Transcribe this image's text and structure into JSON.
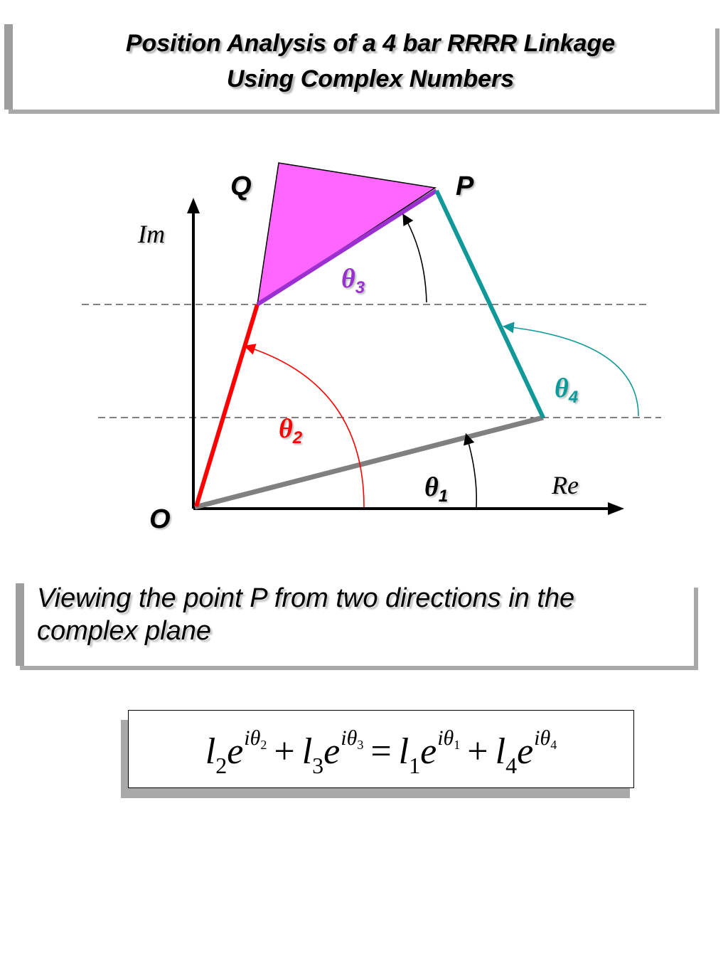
{
  "title": {
    "line1": "Position Analysis of a 4 bar RRRR Linkage",
    "line2": "Using Complex Numbers"
  },
  "diagram": {
    "axis_im_label": "Im",
    "axis_re_label": "Re",
    "origin_label": "O",
    "point_q_label": "Q",
    "point_p_label": "P",
    "angles": [
      {
        "symbol": "θ",
        "subscript": "1",
        "color": "#000000"
      },
      {
        "symbol": "θ",
        "subscript": "2",
        "color": "#ff0000"
      },
      {
        "symbol": "θ",
        "subscript": "3",
        "color": "#9b30d0"
      },
      {
        "symbol": "θ",
        "subscript": "4",
        "color": "#0a9a9a"
      }
    ],
    "colors": {
      "link1": "#808080",
      "link2": "#ff0000",
      "link3": "#9b30d0",
      "link4": "#119999",
      "coupler_fill": "#ff66ff",
      "axes": "#000000"
    }
  },
  "caption": {
    "line1": "Viewing the point P from two directions in the",
    "line2": "complex plane"
  },
  "equation": {
    "l": "l",
    "e": "e",
    "i_theta": "iθ",
    "sub2": "2",
    "sub3": "3",
    "sub1": "1",
    "sub4": "4",
    "plus": "+",
    "equals": "="
  }
}
